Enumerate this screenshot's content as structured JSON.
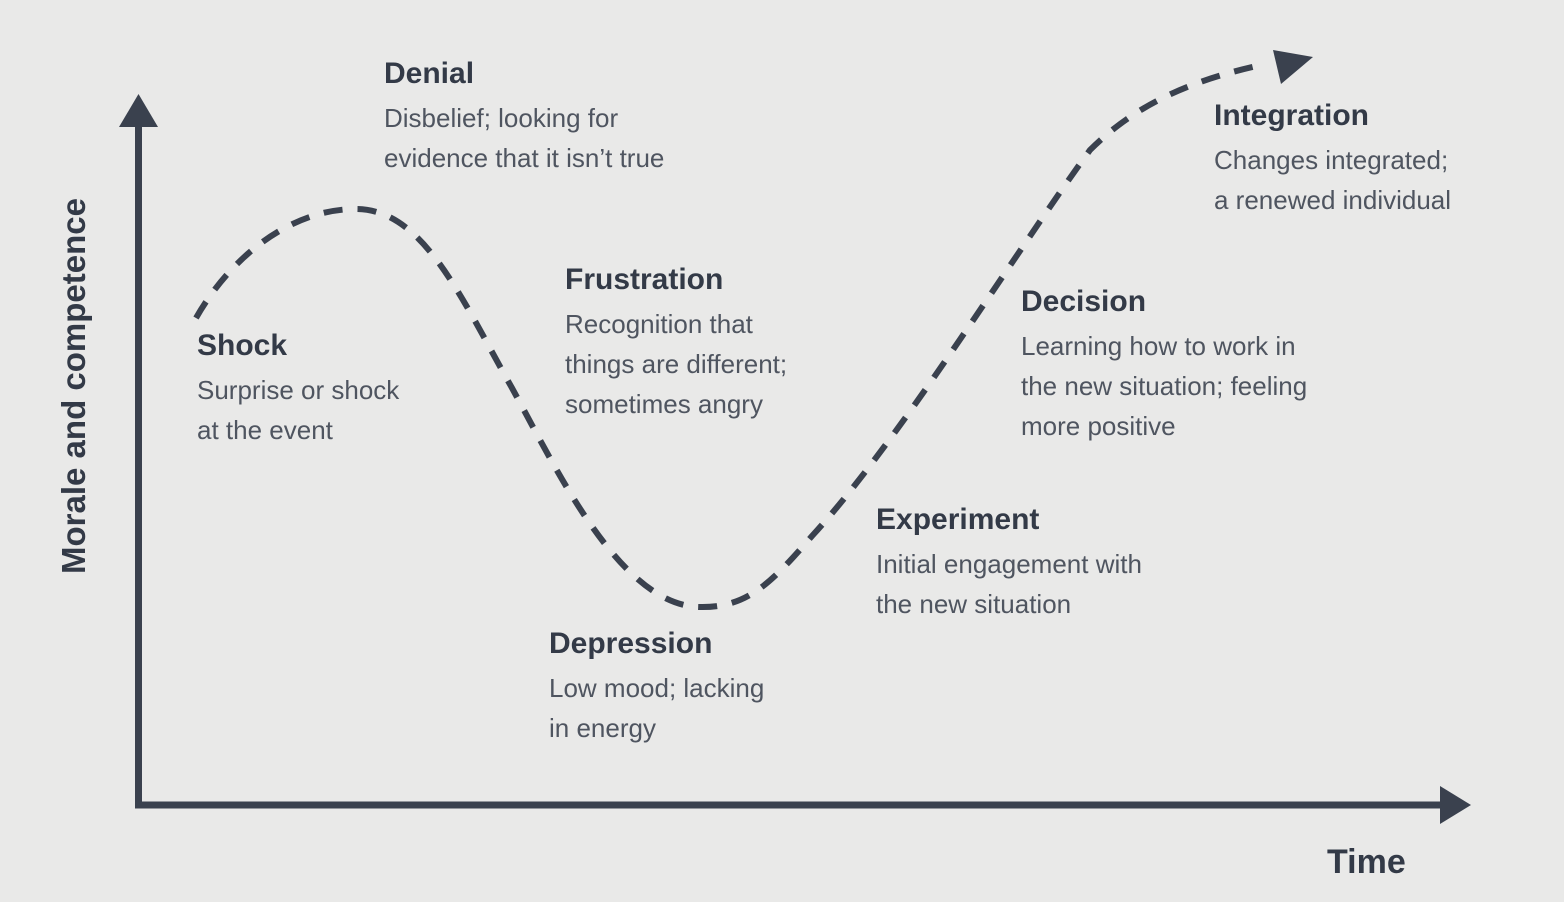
{
  "diagram": {
    "name": "Change curve",
    "background_color": "#e9e9e8",
    "line_color": "#3a414e",
    "heading_color": "#333a47",
    "body_text_color": "#4f5560",
    "curve_style": "dashed",
    "icons": {
      "y_axis_arrow": "arrow-up",
      "x_axis_arrow": "arrow-right",
      "curve_arrow": "arrow-up-right"
    }
  },
  "axes": {
    "y_label": "Morale and competence",
    "x_label": "Time"
  },
  "stages": [
    {
      "title": "Shock",
      "description": "Surprise or shock\nat the event"
    },
    {
      "title": "Denial",
      "description": "Disbelief; looking for\nevidence that it isn’t true"
    },
    {
      "title": "Frustration",
      "description": "Recognition that\nthings are different;\nsometimes angry"
    },
    {
      "title": "Depression",
      "description": "Low mood; lacking\nin energy"
    },
    {
      "title": "Experiment",
      "description": "Initial engagement with\nthe new situation"
    },
    {
      "title": "Decision",
      "description": "Learning how to work in\nthe new situation; feeling\nmore positive"
    },
    {
      "title": "Integration",
      "description": "Changes integrated;\na renewed individual"
    }
  ]
}
